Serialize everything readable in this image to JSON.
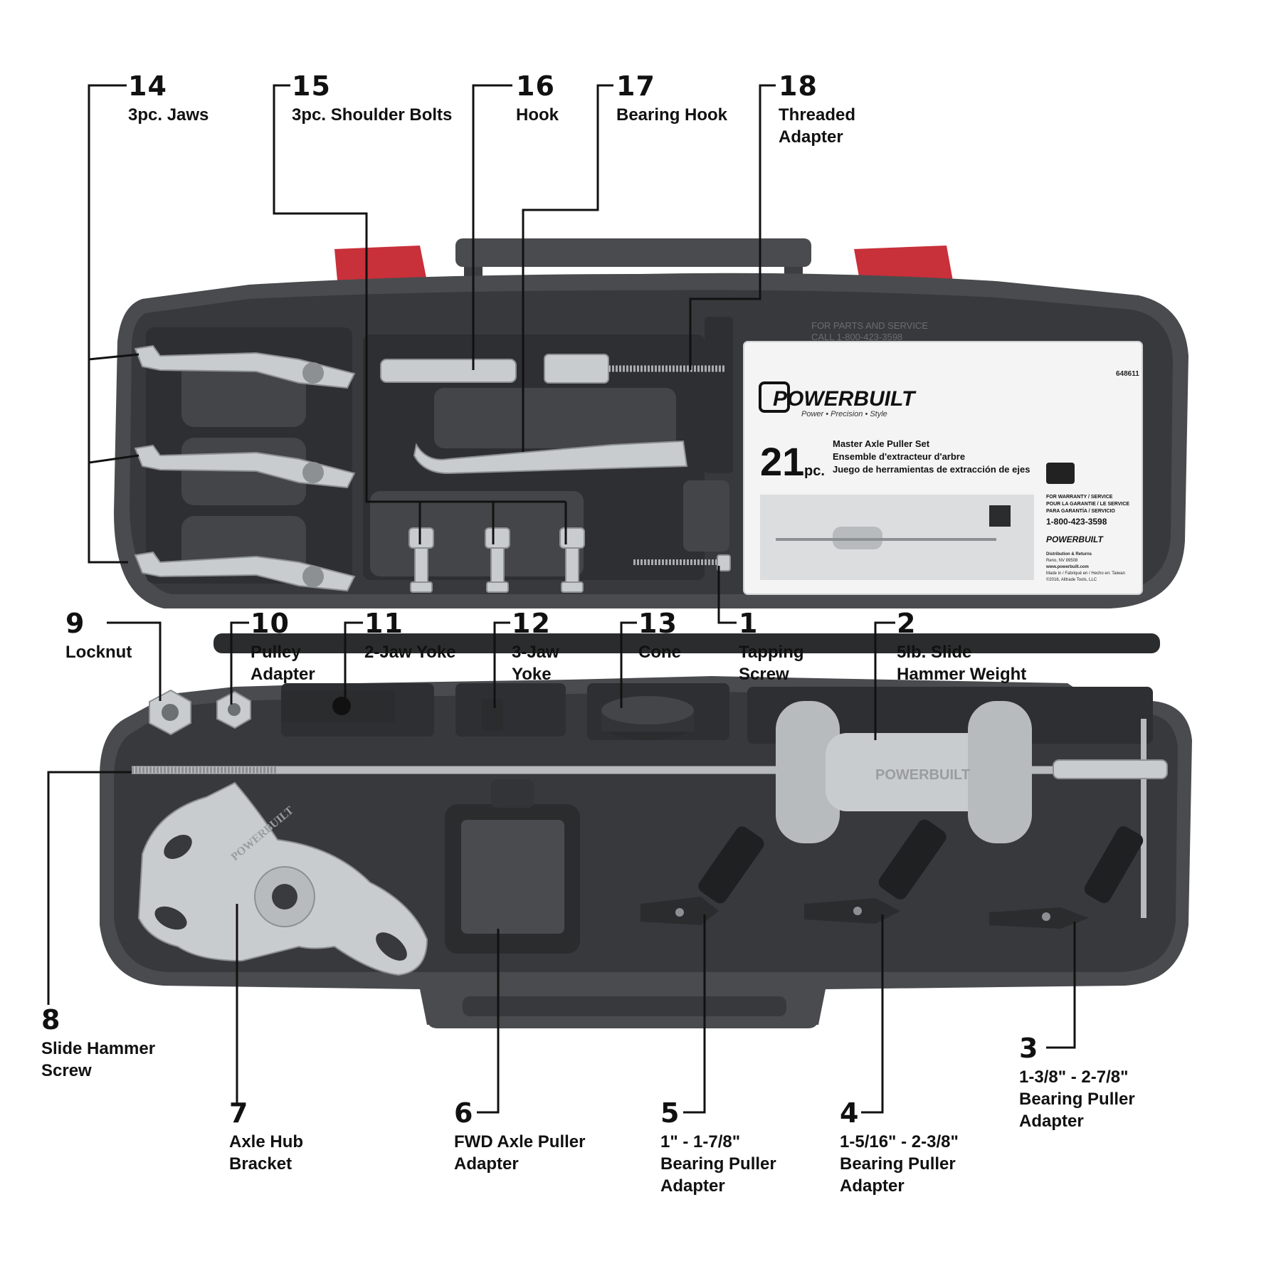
{
  "colors": {
    "case": "#4a4b4e",
    "case_dark": "#2b2c2e",
    "latch": "#c8303a",
    "metal": "#c9cccf",
    "label_text": "#111111"
  },
  "callouts": [
    {
      "id": "14",
      "number": "14",
      "lines": [
        "3pc. Jaws"
      ]
    },
    {
      "id": "15",
      "number": "15",
      "lines": [
        "3pc. Shoulder Bolts"
      ]
    },
    {
      "id": "16",
      "number": "16",
      "lines": [
        "Hook"
      ]
    },
    {
      "id": "17",
      "number": "17",
      "lines": [
        "Bearing Hook"
      ]
    },
    {
      "id": "18",
      "number": "18",
      "lines": [
        "Threaded",
        "Adapter"
      ]
    },
    {
      "id": "9",
      "number": "9",
      "lines": [
        "Locknut"
      ]
    },
    {
      "id": "10",
      "number": "10",
      "lines": [
        "Pulley",
        "Adapter"
      ]
    },
    {
      "id": "11",
      "number": "11",
      "lines": [
        "2-Jaw Yoke"
      ]
    },
    {
      "id": "12",
      "number": "12",
      "lines": [
        "3-Jaw",
        "Yoke"
      ]
    },
    {
      "id": "13",
      "number": "13",
      "lines": [
        "Cone"
      ]
    },
    {
      "id": "1",
      "number": "1",
      "lines": [
        "Tapping",
        "Screw"
      ]
    },
    {
      "id": "2",
      "number": "2",
      "lines": [
        "5lb. Slide",
        "Hammer Weight"
      ]
    },
    {
      "id": "8",
      "number": "8",
      "lines": [
        "Slide Hammer",
        "Screw"
      ]
    },
    {
      "id": "7",
      "number": "7",
      "lines": [
        "Axle Hub",
        "Bracket"
      ]
    },
    {
      "id": "6",
      "number": "6",
      "lines": [
        "FWD Axle Puller",
        "Adapter"
      ]
    },
    {
      "id": "5",
      "number": "5",
      "lines": [
        "1\" - 1-7/8\"",
        "Bearing Puller",
        "Adapter"
      ]
    },
    {
      "id": "4",
      "number": "4",
      "lines": [
        "1-5/16\" - 2-3/8\"",
        "Bearing Puller",
        "Adapter"
      ]
    },
    {
      "id": "3",
      "number": "3",
      "lines": [
        "1-3/8\" - 2-7/8\"",
        "Bearing Puller",
        "Adapter"
      ]
    }
  ],
  "product_card": {
    "part_number": "648611",
    "brand": "POWERBUILT",
    "tagline": "Power • Precision • Style",
    "count": "21",
    "count_unit": "pc.",
    "title_en": "Master Axle Puller Set",
    "title_fr": "Ensemble d'extracteur d'arbre",
    "title_es": "Juego de herramientas de extracción de ejes",
    "warranty_lines": [
      "FOR WARRANTY / SERVICE",
      "POUR LA GARANTIE / LE SERVICE",
      "PARA GARANTÍA / SERVICIO"
    ],
    "phone": "1-800-423-3598",
    "distribution_lines": [
      "Distribution & Returns",
      "Reno, NV 89508",
      "www.powerbuilt.com",
      "Made in / Fabriqué en / Hecho en: Taiwan",
      "©2016, Alltrade Tools, LLC"
    ]
  },
  "case_text": {
    "service_line1": "FOR PARTS AND SERVICE",
    "service_line2": "CALL 1-800-423-3598",
    "weight_brand": "POWERBUILT",
    "bracket_brand": "POWERBUILT"
  }
}
